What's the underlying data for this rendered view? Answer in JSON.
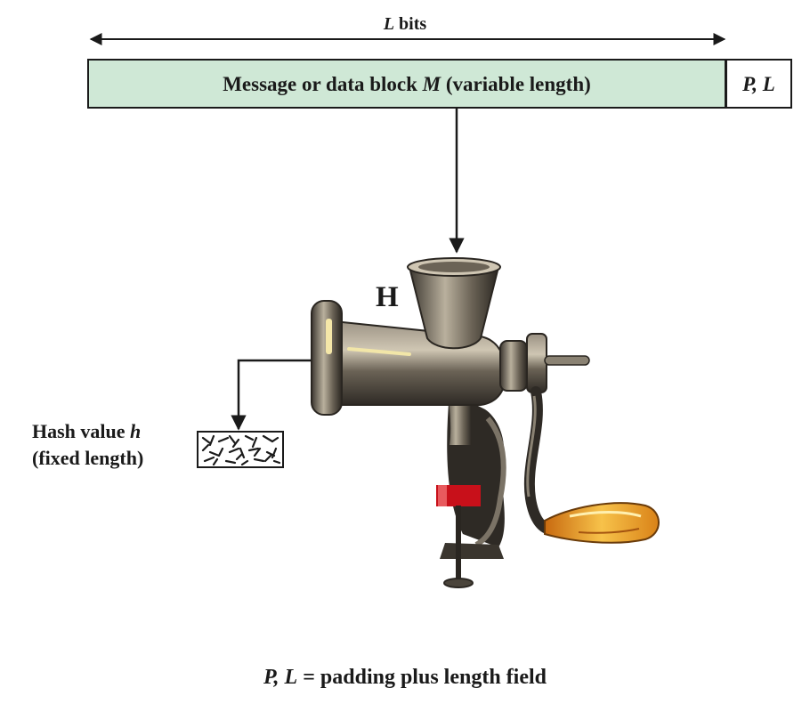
{
  "top_span_label": {
    "var": "L",
    "text": " bits"
  },
  "message_block": {
    "prefix": "Message or data block ",
    "var": "M",
    "suffix": " (variable length)"
  },
  "padding_cell": "P, L",
  "hash_function_label": "H",
  "hash_output": {
    "line1_prefix": "Hash value ",
    "line1_var": "h",
    "line2": "(fixed length)"
  },
  "footnote": {
    "var": "P, L",
    "text": " = padding plus length field"
  },
  "colors": {
    "message_fill": "#cfe8d6",
    "grinder_metal": "#6e6659",
    "clamp_red": "#c8101a",
    "handle_orange": "#f0a020"
  },
  "icons": [
    "meat-grinder-icon",
    "hash-pattern-icon"
  ]
}
